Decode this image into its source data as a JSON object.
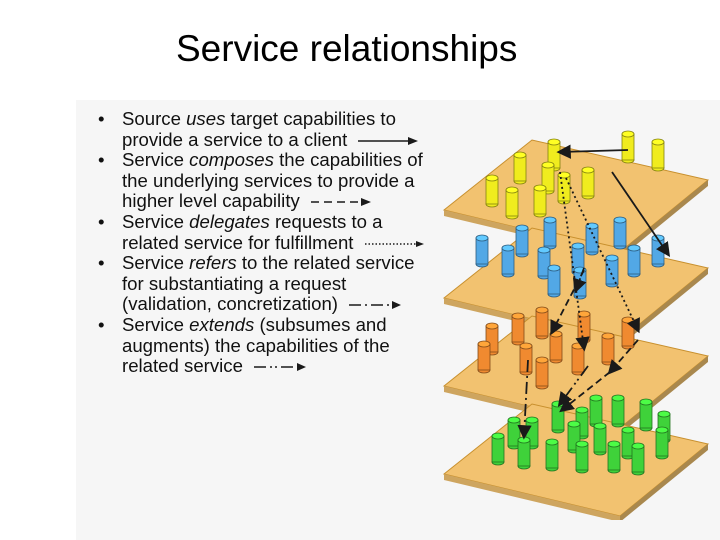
{
  "slide": {
    "title": "Service relationships"
  },
  "bullets": [
    {
      "parts": [
        "Source ",
        "uses",
        " target capabilities to provide a service to a client"
      ],
      "arrow": "solid"
    },
    {
      "parts": [
        "Service ",
        "composes",
        " the capabilities of the underlying services to provide a higher level capability"
      ],
      "arrow": "dashed"
    },
    {
      "parts": [
        "Service ",
        "delegates",
        " requests to a related service for fulfillment"
      ],
      "arrow": "dotted"
    },
    {
      "parts": [
        "Service ",
        "refers",
        " to the related service for substantiating a request (validation, concretization)"
      ],
      "arrow": "dashdot"
    },
    {
      "parts": [
        "Service ",
        "extends",
        " (subsumes and augments) the capabilities of the related service"
      ],
      "arrow": "dashdotdot"
    }
  ],
  "bullet_glyph": "•",
  "colors": {
    "plate": "#f2c270",
    "plate_edge": "#c8902e",
    "yellow": "#f0ec1e",
    "blue": "#52a8e6",
    "orange": "#f08a30",
    "green": "#3fd23a",
    "arrow": "#1a1a1a"
  },
  "layers": [
    {
      "name": "yellow-layer",
      "color": "yellow"
    },
    {
      "name": "blue-layer",
      "color": "blue"
    },
    {
      "name": "orange-layer",
      "color": "orange"
    },
    {
      "name": "green-layer",
      "color": "green"
    }
  ]
}
